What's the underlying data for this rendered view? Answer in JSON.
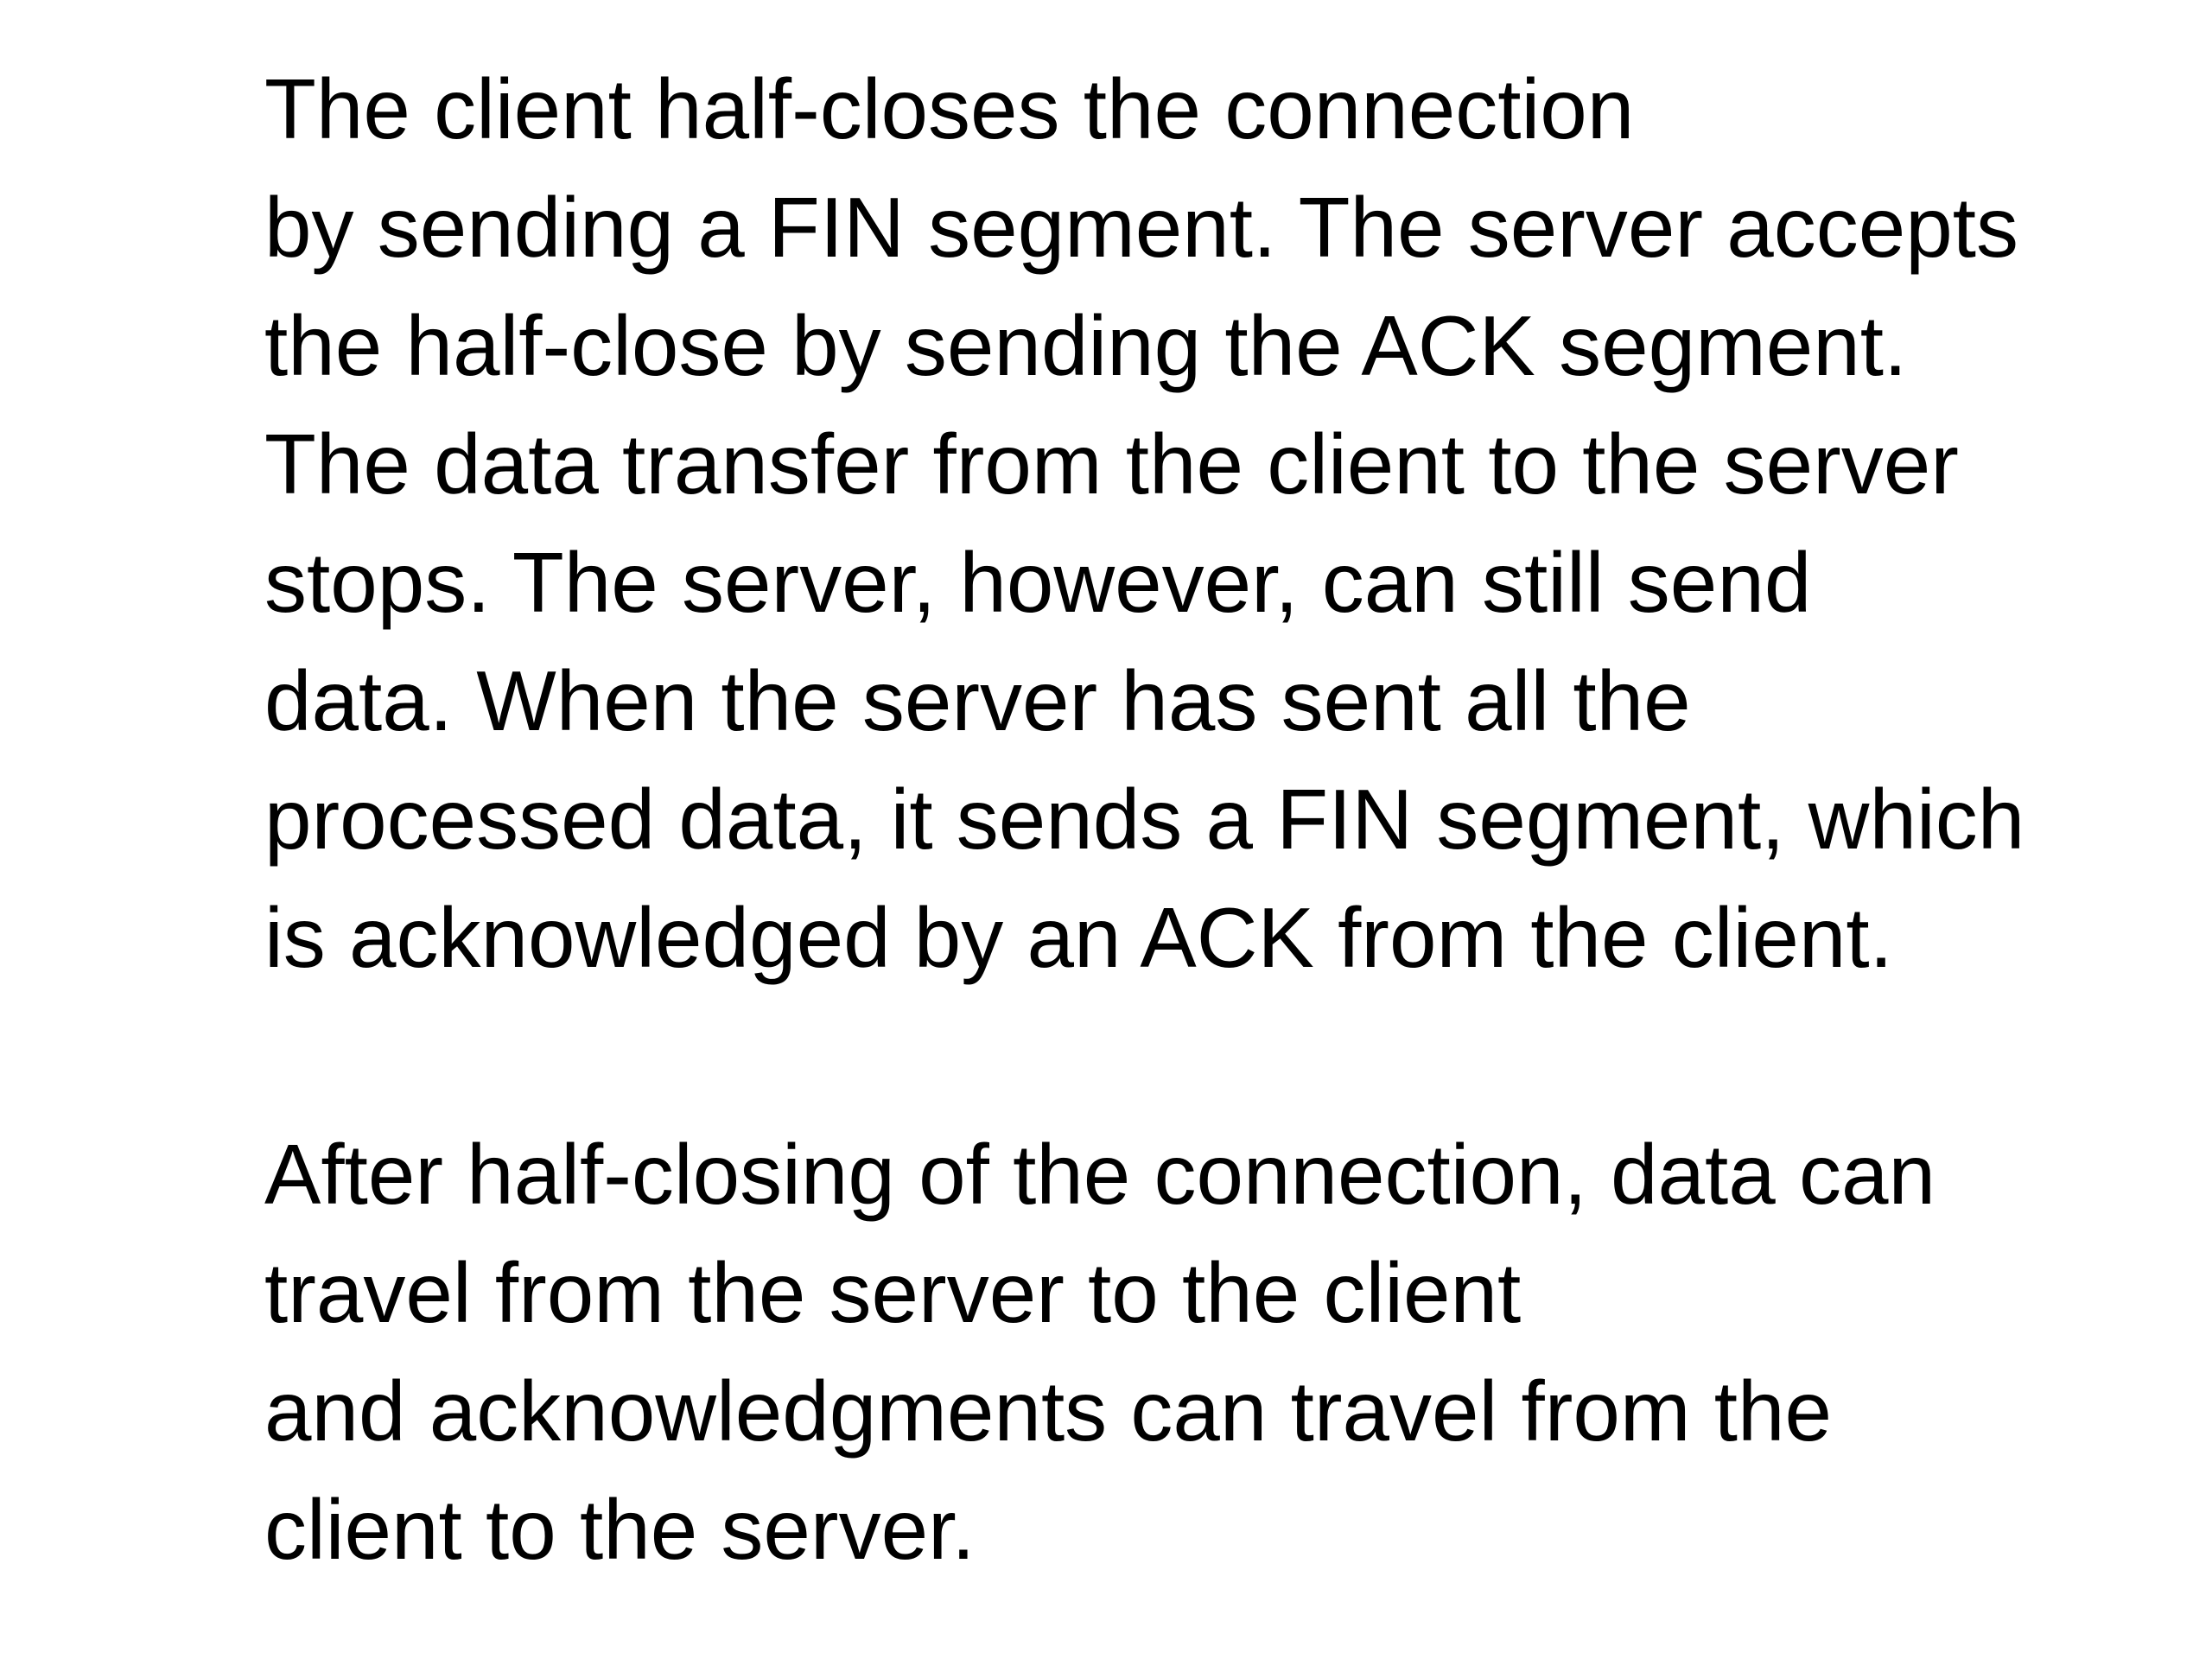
{
  "paragraphs": [
    {
      "lines": [
        "The client half-closes the connection",
        "by sending a FIN segment. The server accepts",
        "the half-close by sending the ACK segment.",
        "The data transfer from the client to the server",
        "stops. The server, however, can still send",
        "data. When the server has sent all the",
        "processed data, it sends a FIN segment, which",
        "is acknowledged by an ACK from the client."
      ]
    },
    {
      "lines": [
        "After half-closing of the connection, data can",
        "travel from the server to the client",
        "and acknowledgments can travel from the",
        "client to the server."
      ]
    }
  ]
}
